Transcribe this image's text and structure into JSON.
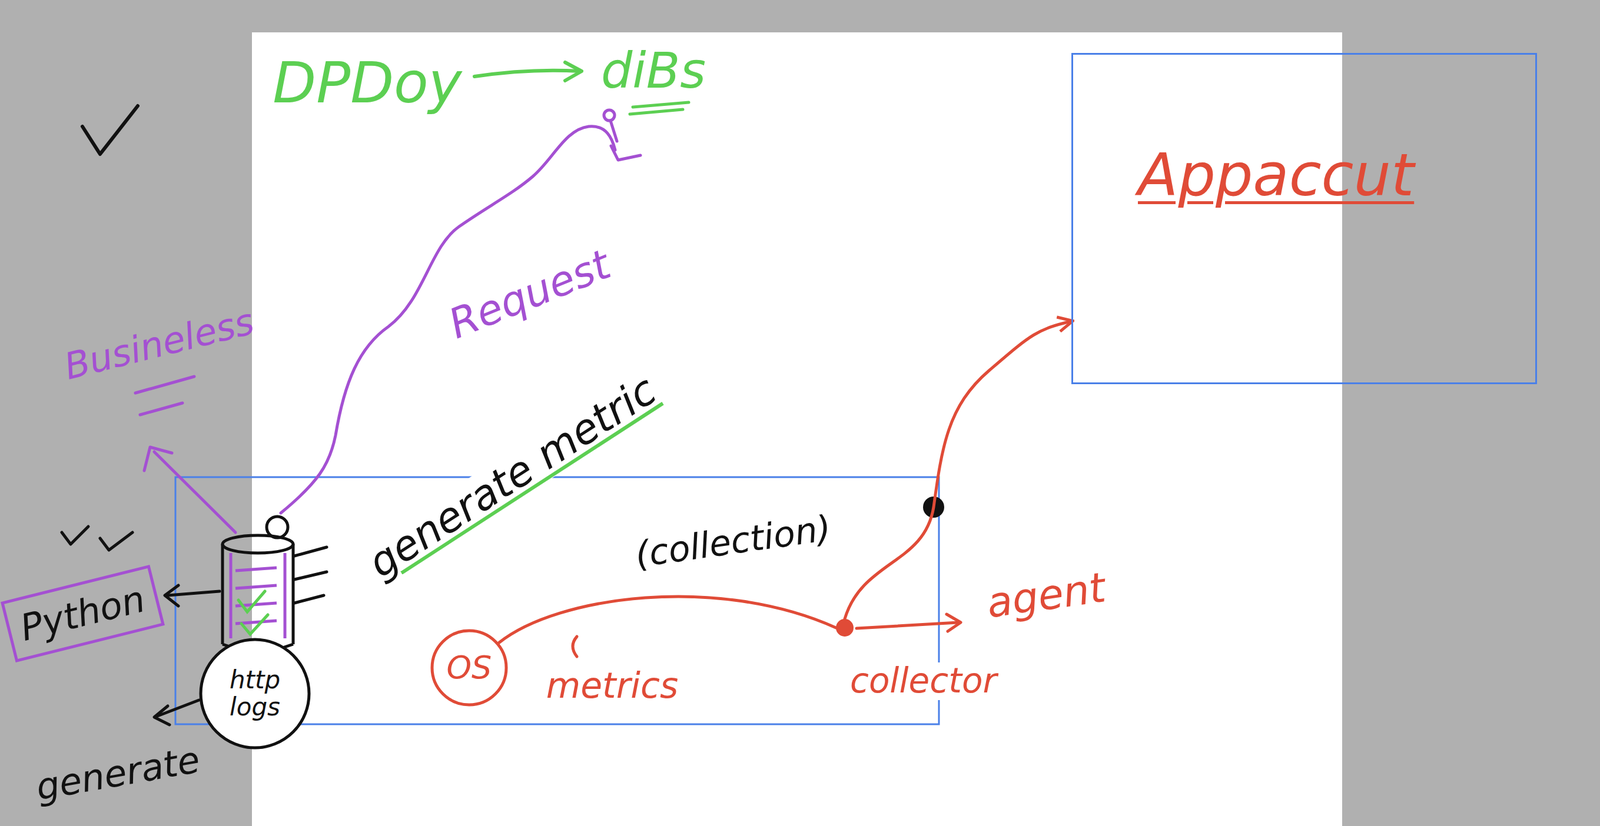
{
  "diagram": {
    "nodes": [
      {
        "text": [
          "Appaccut"
        ]
      },
      {
        "text": [
          "Python"
        ]
      },
      {
        "text": [
          "OS"
        ]
      },
      {
        "text": [
          "collector"
        ]
      },
      {
        "text": [
          "http logs"
        ]
      }
    ],
    "edges": [
      {
        "from": 2,
        "to": 3,
        "label": "(collection)",
        "arrow": "none"
      },
      {
        "from": 3,
        "to": 0,
        "arrow": "to"
      }
    ],
    "labels": [
      "DPDoy",
      "diBs",
      "Request",
      "Busineless",
      "generate metric",
      "metrics",
      "agent",
      "generate"
    ]
  }
}
